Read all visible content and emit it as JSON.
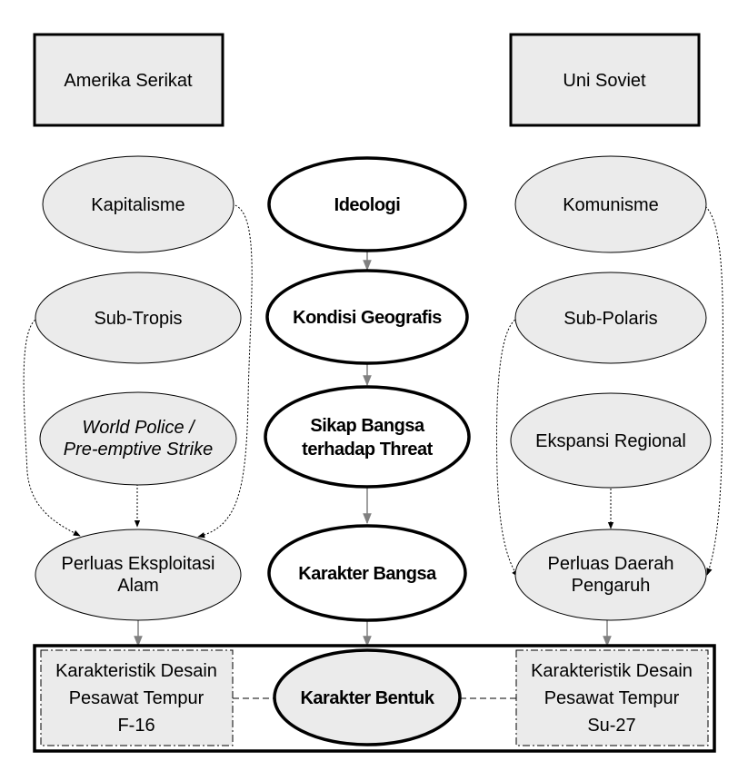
{
  "colors": {
    "node_fill": "#ebebeb",
    "stroke": "#000000",
    "arrow": "#808080"
  },
  "left": {
    "header": "Amerika Serikat",
    "n1": "Kapitalisme",
    "n2": "Sub-Tropis",
    "n3": [
      "World Police /",
      "Pre-emptive Strike"
    ],
    "n4": [
      "Perluas Eksploitasi",
      "Alam"
    ],
    "design": [
      "Karakteristik Desain",
      "Pesawat Tempur",
      "F-16"
    ]
  },
  "center": {
    "n1": "Ideologi",
    "n2": "Kondisi Geografis",
    "n3": [
      "Sikap Bangsa",
      "terhadap Threat"
    ],
    "n4": "Karakter Bangsa",
    "n5": "Karakter Bentuk"
  },
  "right": {
    "header": "Uni Soviet",
    "n1": "Komunisme",
    "n2": "Sub-Polaris",
    "n3": "Ekspansi Regional",
    "n4": [
      "Perluas Daerah",
      "Pengaruh"
    ],
    "design": [
      "Karakteristik Desain",
      "Pesawat Tempur",
      "Su-27"
    ]
  }
}
